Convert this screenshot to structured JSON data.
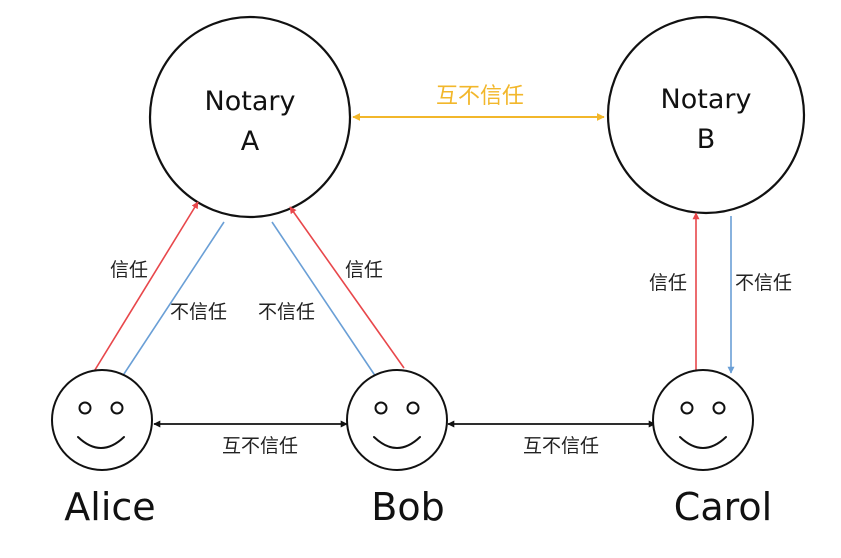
{
  "nodes": {
    "notary_a": {
      "line1": "Notary",
      "line2": "A"
    },
    "notary_b": {
      "line1": "Notary",
      "line2": "B"
    },
    "alice": {
      "label": "Alice"
    },
    "bob": {
      "label": "Bob"
    },
    "carol": {
      "label": "Carol"
    }
  },
  "edges": {
    "notary_mutual": "互不信任",
    "alice_trusts_a": "信任",
    "a_distrusts_alice": "不信任",
    "a_distrusts_bob": "不信任",
    "bob_trusts_a": "信任",
    "carol_trusts_b": "信任",
    "b_distrusts_carol": "不信任",
    "alice_bob_mutual": "互不信任",
    "bob_carol_mutual": "互不信任"
  },
  "colors": {
    "trust": "#e8474b",
    "distrust": "#6a9fd6",
    "mutual_notary": "#f2b72b",
    "mutual_person": "#111111"
  }
}
